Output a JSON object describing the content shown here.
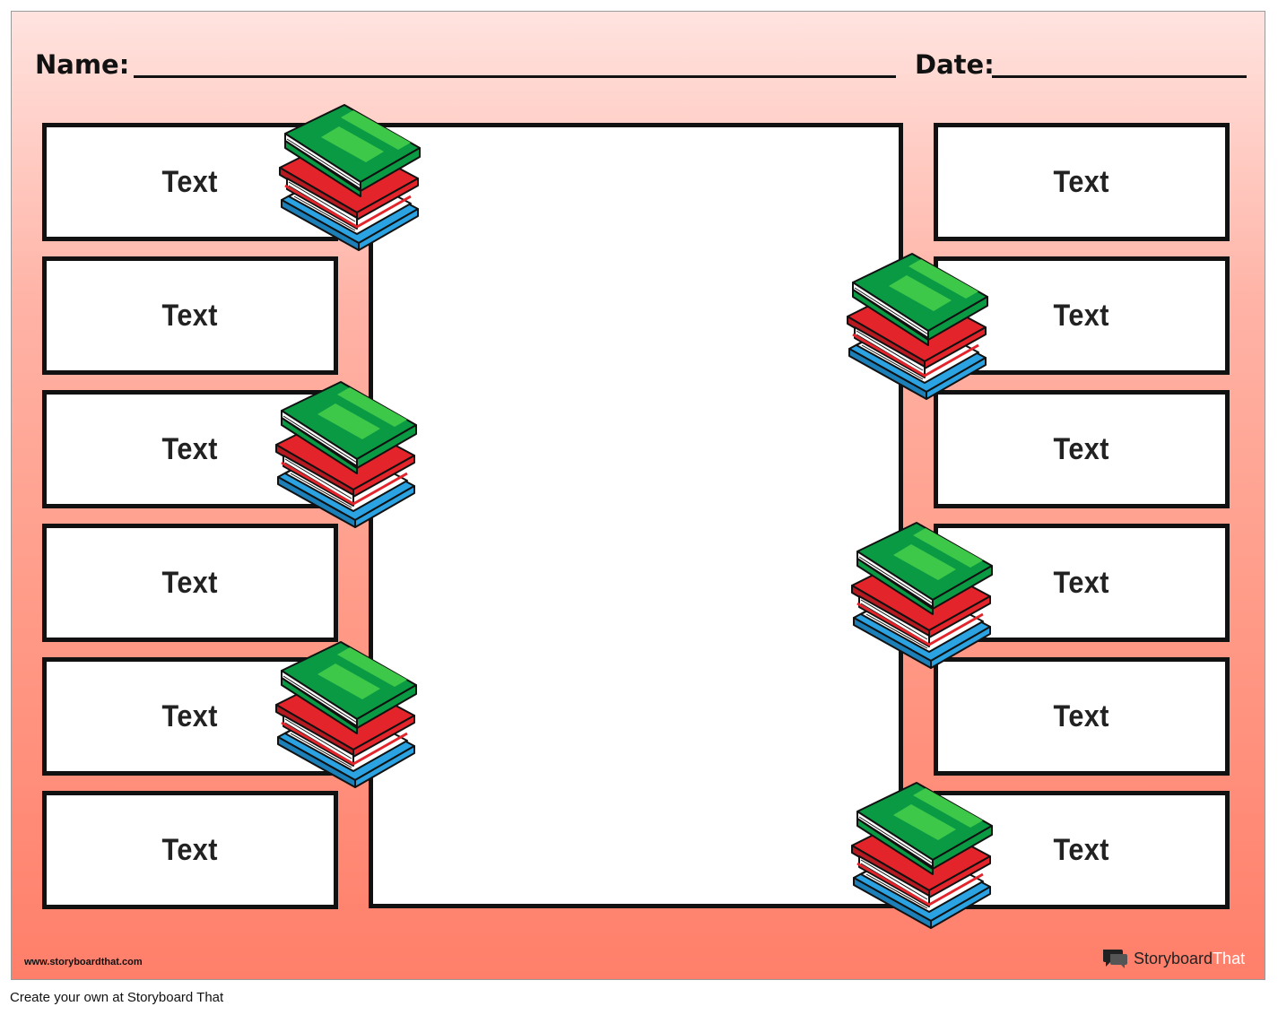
{
  "header": {
    "name_label": "Name:",
    "date_label": "Date:"
  },
  "left_boxes": [
    {
      "label": "Text"
    },
    {
      "label": "Text"
    },
    {
      "label": "Text"
    },
    {
      "label": "Text"
    },
    {
      "label": "Text"
    },
    {
      "label": "Text"
    }
  ],
  "right_boxes": [
    {
      "label": "Text"
    },
    {
      "label": "Text"
    },
    {
      "label": "Text"
    },
    {
      "label": "Text"
    },
    {
      "label": "Text"
    },
    {
      "label": "Text"
    }
  ],
  "decorations": {
    "icon": "book-stack-icon",
    "colors": {
      "green": "#0a9a44",
      "green_light": "#3ec84a",
      "red": "#e3242b",
      "blue": "#2ba3e3"
    }
  },
  "footer": {
    "url": "www.storyboardthat.com",
    "brand_dark": "Storyboard",
    "brand_light": "That",
    "credit": "Create your own at Storyboard That"
  }
}
